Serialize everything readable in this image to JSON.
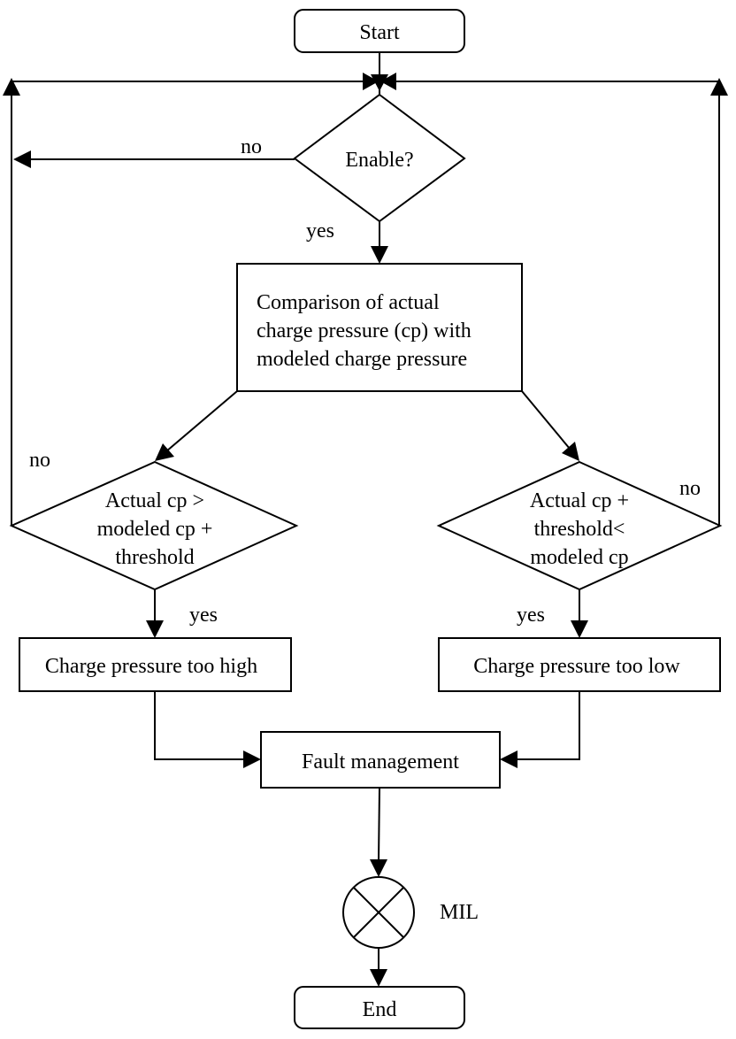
{
  "nodes": {
    "start": "Start",
    "enable": "Enable?",
    "comparison": [
      "Comparison of actual",
      "charge pressure (cp) with",
      "modeled charge pressure"
    ],
    "decision_high": [
      "Actual cp >",
      "modeled cp +",
      "threshold"
    ],
    "decision_low": [
      "Actual cp +",
      "threshold<",
      "modeled cp"
    ],
    "too_high": "Charge pressure too high",
    "too_low": "Charge pressure too low",
    "fault": "Fault management",
    "mil": "MIL",
    "end": "End"
  },
  "edge_labels": {
    "enable_no": "no",
    "enable_yes": "yes",
    "high_no": "no",
    "high_yes": "yes",
    "low_no": "no",
    "low_yes": "yes"
  }
}
